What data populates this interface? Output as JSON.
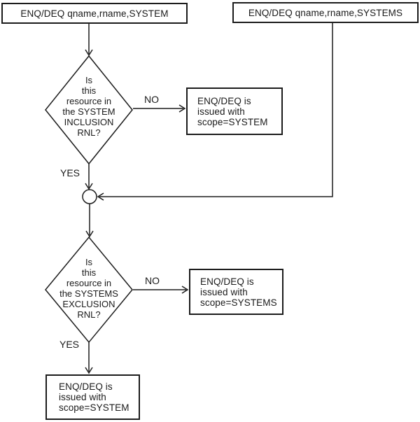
{
  "colors": {
    "line": "#1c1c1c",
    "background": "#ffffff",
    "text": "#1a1a1a"
  },
  "nodes": {
    "start_system": "ENQ/DEQ qname,rname,SYSTEM",
    "start_systems": "ENQ/DEQ qname,rname,SYSTEMS",
    "decision_inclusion": "Is\nthis\nresource in\nthe SYSTEM\nINCLUSION\nRNL?",
    "result_scope_system_top": "ENQ/DEQ is\nissued with\nscope=SYSTEM",
    "decision_exclusion": "Is\nthis\nresource in\nthe SYSTEMS\nEXCLUSION\nRNL?",
    "result_scope_systems": "ENQ/DEQ is\nissued with\nscope=SYSTEMS",
    "result_scope_system_bottom": "ENQ/DEQ is\nissued with\nscope=SYSTEM"
  },
  "labels": {
    "no_1": "NO",
    "yes_1": "YES",
    "no_2": "NO",
    "yes_2": "YES"
  }
}
